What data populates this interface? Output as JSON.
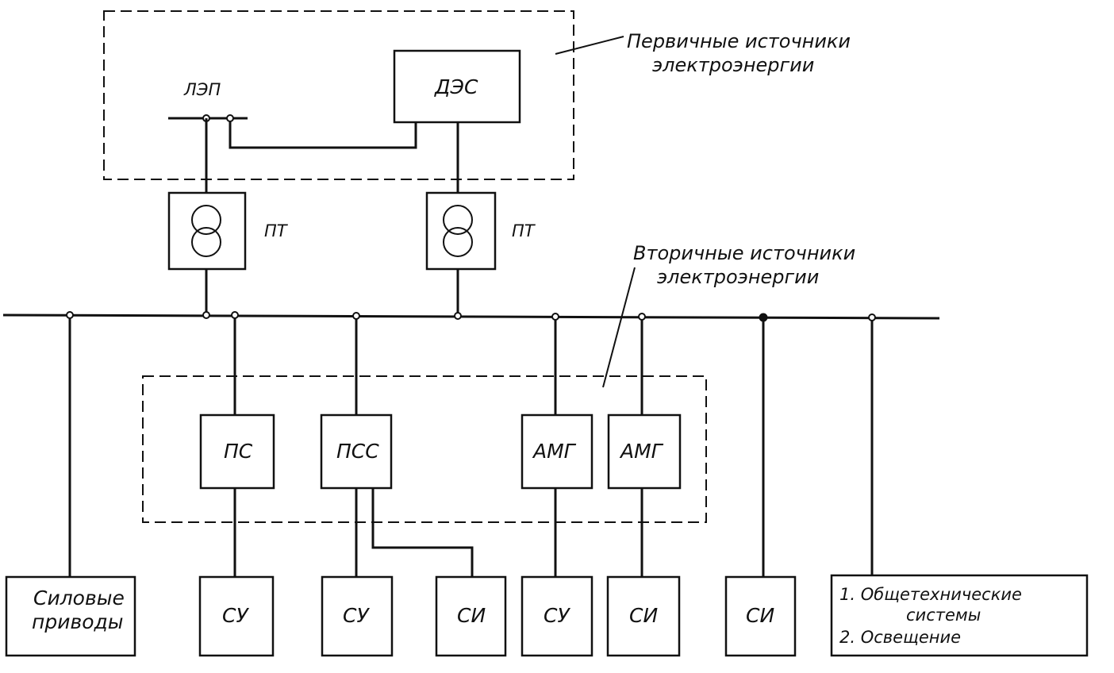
{
  "labels": {
    "primary_sources": [
      "Первичные источники",
      "электроэнергии"
    ],
    "secondary_sources": [
      "Вторичные источники",
      "электроэнергии"
    ],
    "lep": "ЛЭП",
    "des": "ДЭС",
    "pt_left": "ПТ",
    "pt_right": "ПТ",
    "ps": "ПС",
    "pss": "ПСС",
    "amg_1": "АМГ",
    "amg_2": "АМГ",
    "power_drives": [
      "Силовые",
      "приводы"
    ],
    "su_1": "СУ",
    "su_2": "СУ",
    "si_1": "СИ",
    "su_3": "СУ",
    "si_2": "СИ",
    "si_3": "СИ",
    "general_systems": [
      "1. Общетехнические",
      "системы",
      "2. Освещение"
    ]
  },
  "colors": {
    "ink": "#111111",
    "paper": "#ffffff"
  }
}
